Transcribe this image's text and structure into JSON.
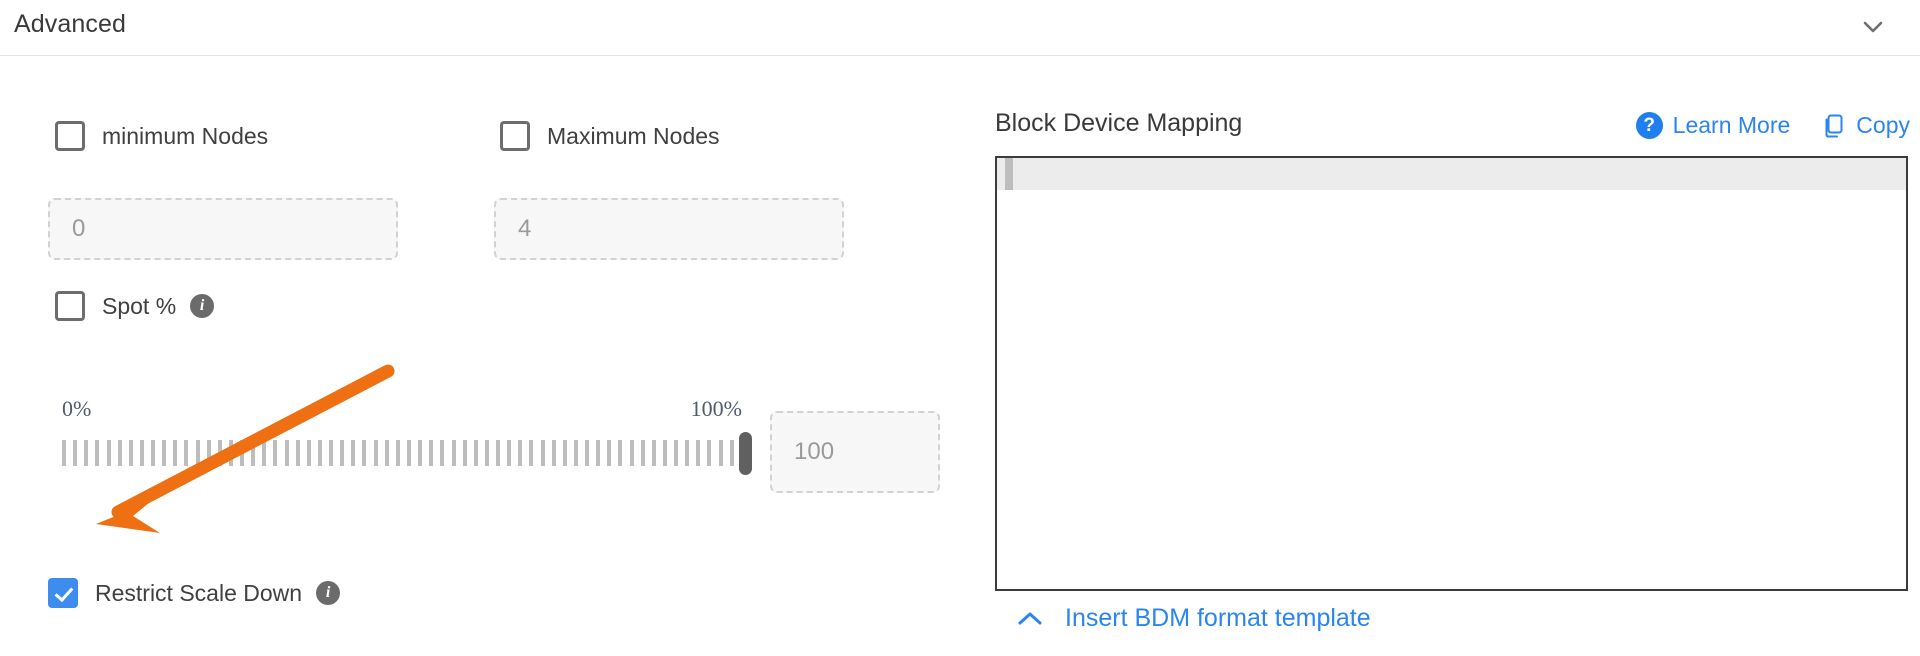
{
  "section": {
    "title": "Advanced",
    "collapse_icon": "chevron-down-icon"
  },
  "left": {
    "min_nodes": {
      "label": "minimum Nodes",
      "checked": false,
      "value": "",
      "placeholder": "0"
    },
    "max_nodes": {
      "label": "Maximum Nodes",
      "checked": false,
      "value": "",
      "placeholder": "4"
    },
    "spot": {
      "label": "Spot %",
      "checked": false,
      "info_icon": "info-icon"
    },
    "slider": {
      "min_label": "0%",
      "max_label": "100%",
      "min": 0,
      "max": 100,
      "value": 100,
      "value_box_placeholder": "100",
      "value_box_value": ""
    },
    "restrict_scale_down": {
      "label": "Restrict Scale Down",
      "checked": true,
      "info_icon": "info-icon"
    }
  },
  "right": {
    "title": "Block Device Mapping",
    "help_icon": "question-mark-circle-icon",
    "learn_more_label": "Learn More",
    "copy_icon": "copy-icon",
    "copy_label": "Copy",
    "editor": {
      "content": "",
      "active_line": 1
    },
    "footer": {
      "chevron_icon": "chevron-up-icon",
      "label": "Insert BDM format template"
    }
  },
  "annotation": {
    "arrow_color": "#ee7013",
    "points_to": "restrict-scale-down-checkbox"
  },
  "colors": {
    "accent_blue": "#2a85f0",
    "checkbox_checked": "#3c8dee",
    "annotation_orange": "#ee7013",
    "editor_border": "#3c3c3c"
  }
}
